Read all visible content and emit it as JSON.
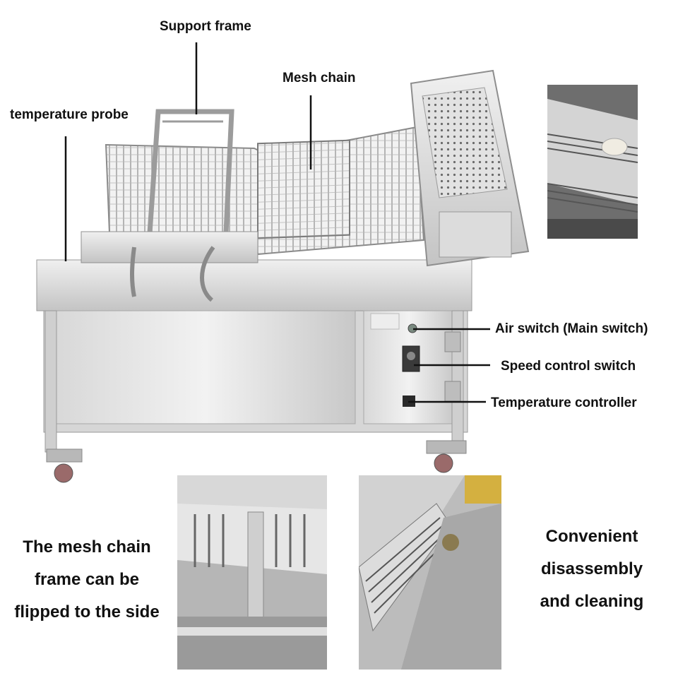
{
  "labels": {
    "support_frame": "Support frame",
    "mesh_chain": "Mesh chain",
    "temperature_probe": "temperature probe",
    "air_switch": "Air switch (Main switch)",
    "speed_control": "Speed control switch",
    "temperature_controller": "Temperature controller"
  },
  "captions": {
    "flip_line1": "The mesh chain",
    "flip_line2": "frame can be",
    "flip_line3": "flipped to the side",
    "clean_line1": "Convenient",
    "clean_line2": "disassembly",
    "clean_line3": "and cleaning"
  },
  "colors": {
    "steel_light": "#e4e4e4",
    "steel_mid": "#c8c8c8",
    "steel_dark": "#8e8e8e",
    "callout_line": "#111111"
  },
  "icons": [
    "fryer-machine",
    "mesh-chain-closeup",
    "flipped-frame-photo",
    "cleaning-tank-photo"
  ]
}
